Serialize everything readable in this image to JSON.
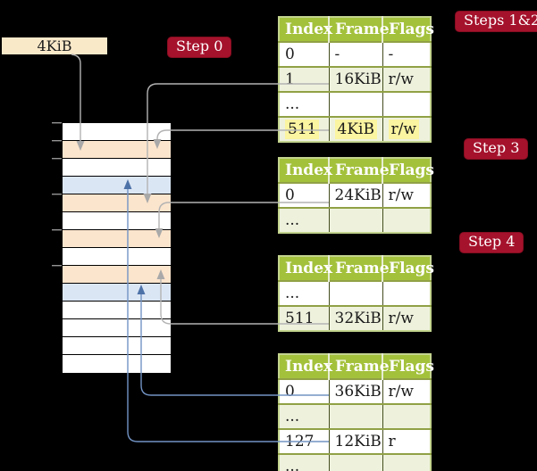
{
  "origin_box": {
    "label": "4KiB"
  },
  "badges": {
    "step0": "Step 0",
    "steps_1_2": "Steps 1&2",
    "step3": "Step 3",
    "step4": "Step 4"
  },
  "memory": {
    "rows": [
      "plain",
      "peach",
      "plain",
      "blue",
      "peach",
      "plain",
      "peach",
      "plain",
      "peach",
      "blue",
      "plain",
      "plain",
      "plain",
      "plain"
    ]
  },
  "tables": [
    {
      "id": "page-table-steps-1-2",
      "headers": [
        "Index",
        "Frame",
        "Flags"
      ],
      "rows": [
        {
          "cells": [
            "0",
            "-",
            "-"
          ]
        },
        {
          "cells": [
            "1",
            "16KiB",
            "r/w"
          ]
        },
        {
          "cells": [
            "...",
            "",
            ""
          ]
        },
        {
          "cells": [
            "511",
            "4KiB",
            "r/w"
          ],
          "highlight": true
        }
      ]
    },
    {
      "id": "page-table-step-3",
      "headers": [
        "Index",
        "Frame",
        "Flags"
      ],
      "rows": [
        {
          "cells": [
            "0",
            "24KiB",
            "r/w"
          ]
        },
        {
          "cells": [
            "...",
            "",
            ""
          ]
        }
      ]
    },
    {
      "id": "page-table-step-4",
      "headers": [
        "Index",
        "Frame",
        "Flags"
      ],
      "rows": [
        {
          "cells": [
            "...",
            "",
            ""
          ]
        },
        {
          "cells": [
            "511",
            "32KiB",
            "r/w"
          ]
        }
      ]
    },
    {
      "id": "page-table-final",
      "headers": [
        "Index",
        "Frame",
        "Flags"
      ],
      "rows": [
        {
          "cells": [
            "0",
            "36KiB",
            "r/w"
          ]
        },
        {
          "cells": [
            "...",
            "",
            ""
          ]
        },
        {
          "cells": [
            "127",
            "12KiB",
            "r"
          ]
        },
        {
          "cells": [
            "...",
            "",
            ""
          ]
        }
      ]
    }
  ],
  "connectors": [
    {
      "from": "origin-box-4KiB",
      "to": "memory-frame-4KiB",
      "color": "gray"
    },
    {
      "from": "table1-index-1-frame-16KiB",
      "to": "memory-frame-16KiB",
      "color": "gray"
    },
    {
      "from": "table1-index-511-frame-4KiB",
      "to": "memory-frame-4KiB",
      "color": "gray"
    },
    {
      "from": "table2-index-0-frame-24KiB",
      "to": "memory-frame-24KiB",
      "color": "gray"
    },
    {
      "from": "table3-index-511-frame-32KiB",
      "to": "memory-frame-32KiB",
      "color": "gray"
    },
    {
      "from": "table4-index-0-frame-36KiB",
      "to": "memory-frame-36KiB",
      "color": "blue"
    },
    {
      "from": "table4-index-127-frame-12KiB",
      "to": "memory-frame-12KiB",
      "color": "blue"
    }
  ],
  "palette": {
    "background": "#000000",
    "table_header_bg": "#a4c13c",
    "table_alt_row_bg": "#eef2dd",
    "table_outer_border": "#c3d48e",
    "table_row_separator": "#90a145",
    "highlight_yellow": "#fbf4a0",
    "badge_bg": "#a5122c",
    "badge_text": "#ffffff",
    "frame_peach": "#fce5cd",
    "frame_blue": "#dbe6f5",
    "origin_box_bg": "#fae9c9",
    "connector_gray": "#b3b3b3",
    "connector_blue": "#7293c4"
  }
}
